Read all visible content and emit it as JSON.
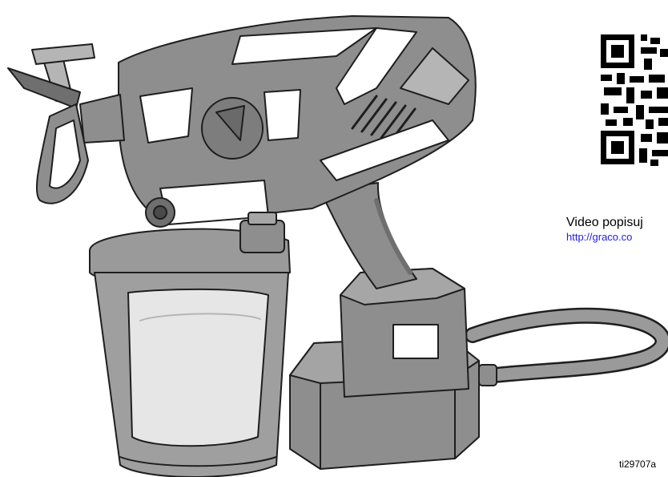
{
  "video": {
    "caption": "Video popisuj",
    "url": "http://graco.co"
  },
  "figure": {
    "id": "ti29707a"
  },
  "colors": {
    "body": "#8e8e8e",
    "body_dark": "#6f6f6f",
    "body_light": "#b5b5b5",
    "outline": "#1e1e1e",
    "highlight": "#ffffff",
    "link": "#1a1aff"
  },
  "icons": [
    "qr-code-icon"
  ]
}
